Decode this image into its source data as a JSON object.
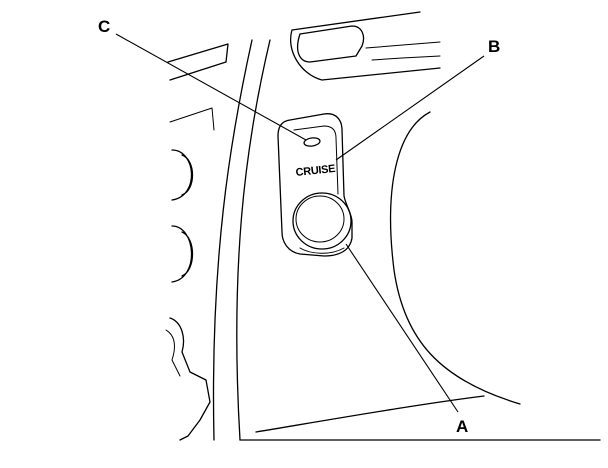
{
  "callouts": {
    "a": "A",
    "b": "B",
    "c": "C"
  },
  "switch": {
    "label": "CRUISE"
  },
  "colors": {
    "ink": "#000000",
    "paper": "#ffffff"
  }
}
